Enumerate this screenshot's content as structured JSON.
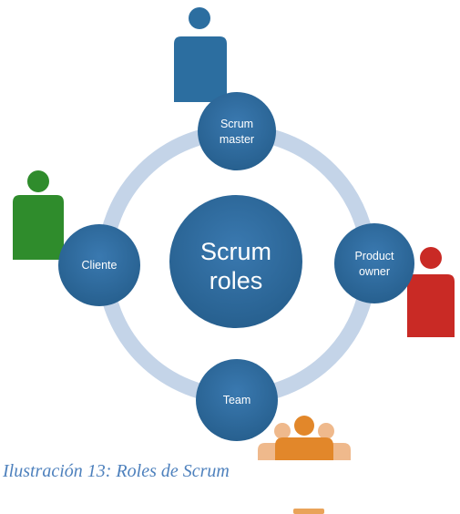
{
  "diagram": {
    "center": {
      "line1": "Scrum",
      "line2": "roles"
    },
    "nodes": {
      "scrum_master": {
        "line1": "Scrum",
        "line2": "master",
        "person_color": "#2c6ea0"
      },
      "product_owner": {
        "line1": "Product",
        "line2": "owner",
        "person_color": "#c92a25"
      },
      "team": {
        "line1": "Team",
        "person_colors": [
          "#e2872a",
          "#efb98c"
        ]
      },
      "cliente": {
        "line1": "Cliente",
        "person_color": "#2f8c2c"
      }
    },
    "colors": {
      "node_fill": "#2f6da3",
      "ring": "#c4d4e8"
    }
  },
  "caption": "Ilustración 13: Roles de Scrum"
}
